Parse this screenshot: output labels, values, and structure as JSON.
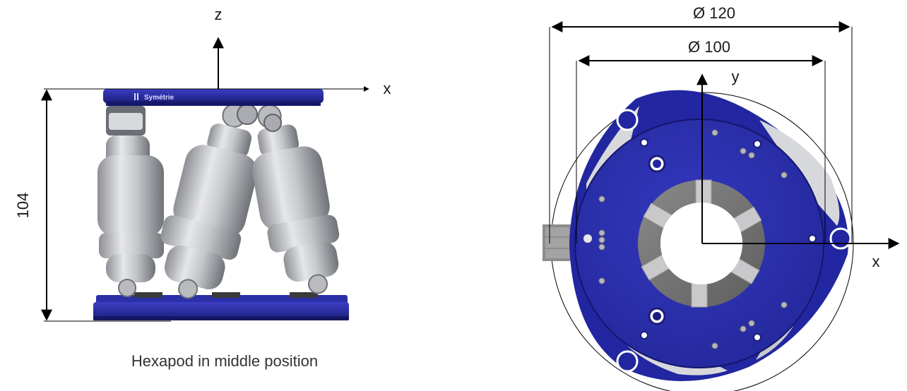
{
  "side_view": {
    "axis_z_label": "z",
    "axis_x_label": "x",
    "height_dimension": "104",
    "brand_text": "Symétrie",
    "caption": "Hexapod in middle position"
  },
  "top_view": {
    "outer_diameter_label": "Ø 120",
    "inner_diameter_label": "Ø 100",
    "axis_y_label": "y",
    "axis_x_label": "x"
  },
  "colors": {
    "platform_blue": "#2b2fa8",
    "platform_dark": "#1b1d78",
    "leg_silver": "#c9cbcf",
    "ring_gray": "#7a7a7a"
  }
}
